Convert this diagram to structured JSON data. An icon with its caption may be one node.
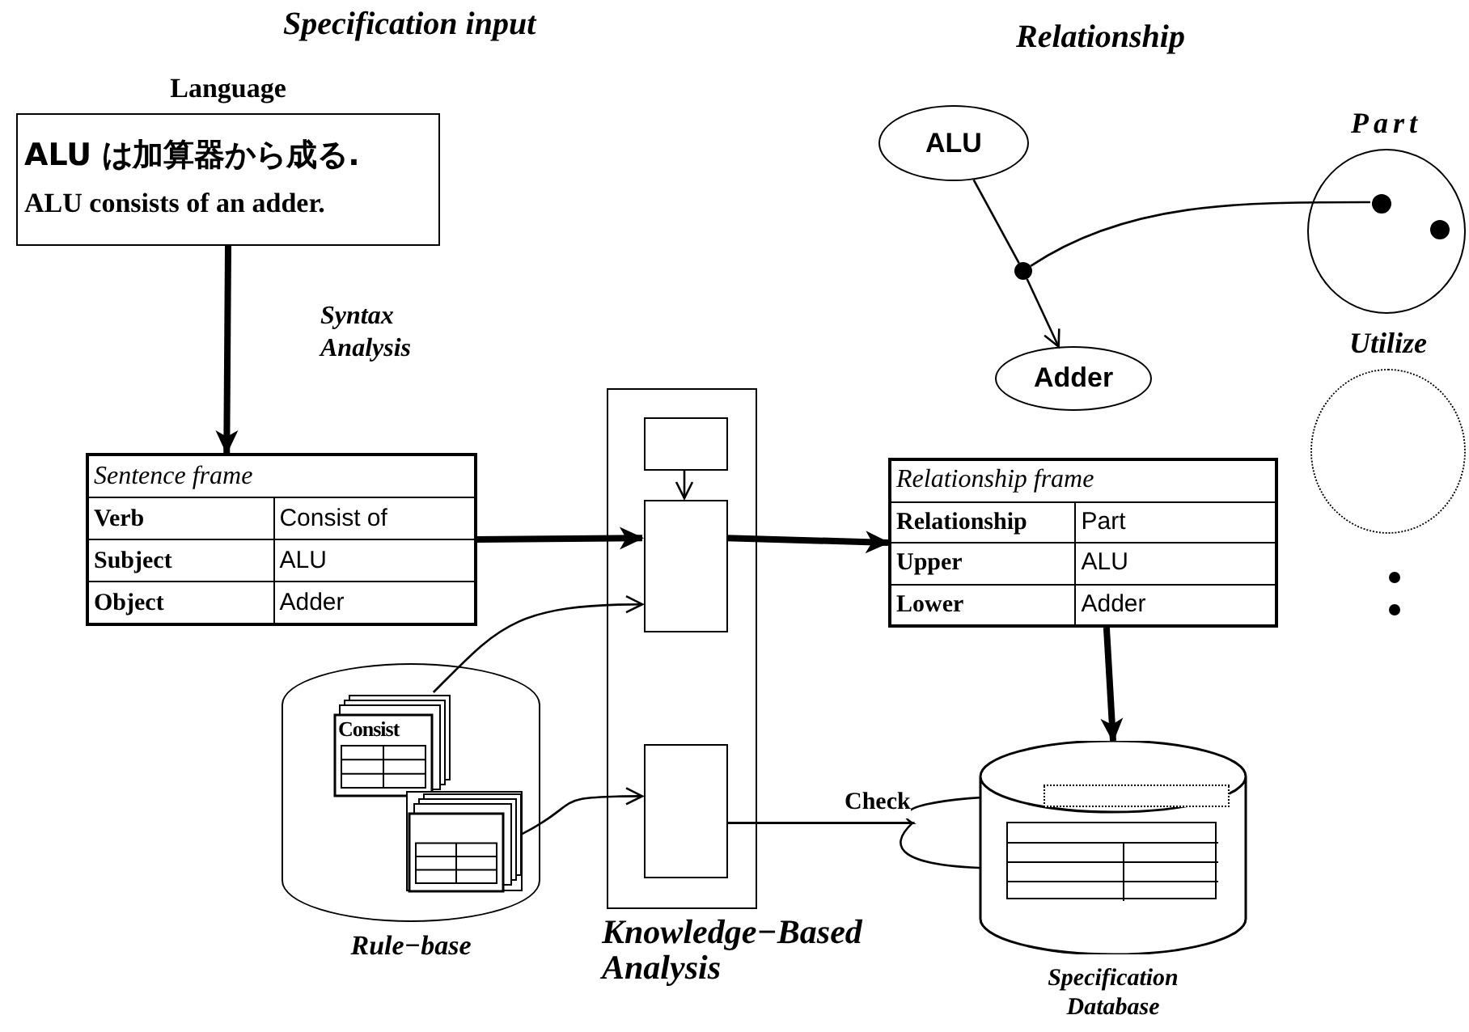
{
  "diagram": {
    "nodes": [
      {
        "text": [
          "Language",
          "ALU は加算器から成る.",
          "ALU consists of an adder."
        ]
      },
      {
        "text": [
          "Sentence frame",
          "Verb",
          "Consist of",
          "Subject",
          "ALU",
          "Object",
          "Adder"
        ]
      },
      {
        "text": [
          "Knowledge−Based Analysis"
        ]
      },
      {
        "text": [],
        "shape": "box",
        "in": 2
      },
      {
        "text": [],
        "shape": "box",
        "in": 2
      },
      {
        "text": [],
        "shape": "box",
        "in": 2
      },
      {
        "text": [
          "Relationship frame",
          "Relationship",
          "Part",
          "Upper",
          "ALU",
          "Lower",
          "Adder"
        ]
      },
      {
        "text": [
          "Rule−base"
        ]
      },
      {
        "text": [
          "Consist"
        ],
        "in": 7
      },
      {
        "text": [],
        "shape": "box",
        "in": 7
      },
      {
        "text": [
          "Specification Database"
        ]
      },
      {
        "text": [],
        "shape": "box",
        "in": 10
      },
      {
        "text": [],
        "shape": "box",
        "in": 10
      },
      {
        "text": [
          "ALU"
        ]
      },
      {
        "text": [
          "Adder"
        ]
      },
      {
        "text": [],
        "shape": "circle"
      },
      {
        "text": [
          "Part"
        ]
      },
      {
        "text": [],
        "shape": "circle",
        "in": 16
      },
      {
        "text": [],
        "shape": "circle",
        "in": 16
      },
      {
        "text": [
          "Utilize"
        ]
      }
    ],
    "edges": [
      {
        "from": 0,
        "to": 1,
        "arrow": "to",
        "label": "Syntax Analysis",
        "style": "thick"
      },
      {
        "from": 1,
        "to": 4,
        "arrow": "to",
        "style": "thick"
      },
      {
        "from": 3,
        "to": 4,
        "arrow": "to"
      },
      {
        "from": 4,
        "to": 6,
        "arrow": "to",
        "style": "thick"
      },
      {
        "from": 8,
        "to": 4,
        "arrow": "to"
      },
      {
        "from": 9,
        "to": 5,
        "arrow": "to"
      },
      {
        "from": 5,
        "to": 11,
        "arrow": "to",
        "label": "Check"
      },
      {
        "from": 5,
        "to": 12,
        "arrow": "to"
      },
      {
        "from": 6,
        "to": 10,
        "arrow": "to",
        "style": "thick"
      },
      {
        "from": 13,
        "to": 15,
        "arrow": "none"
      },
      {
        "from": 15,
        "to": 14,
        "arrow": "to"
      },
      {
        "from": 15,
        "to": 17,
        "arrow": "none"
      }
    ],
    "labels": [
      "Specification input",
      "Relationship"
    ]
  }
}
